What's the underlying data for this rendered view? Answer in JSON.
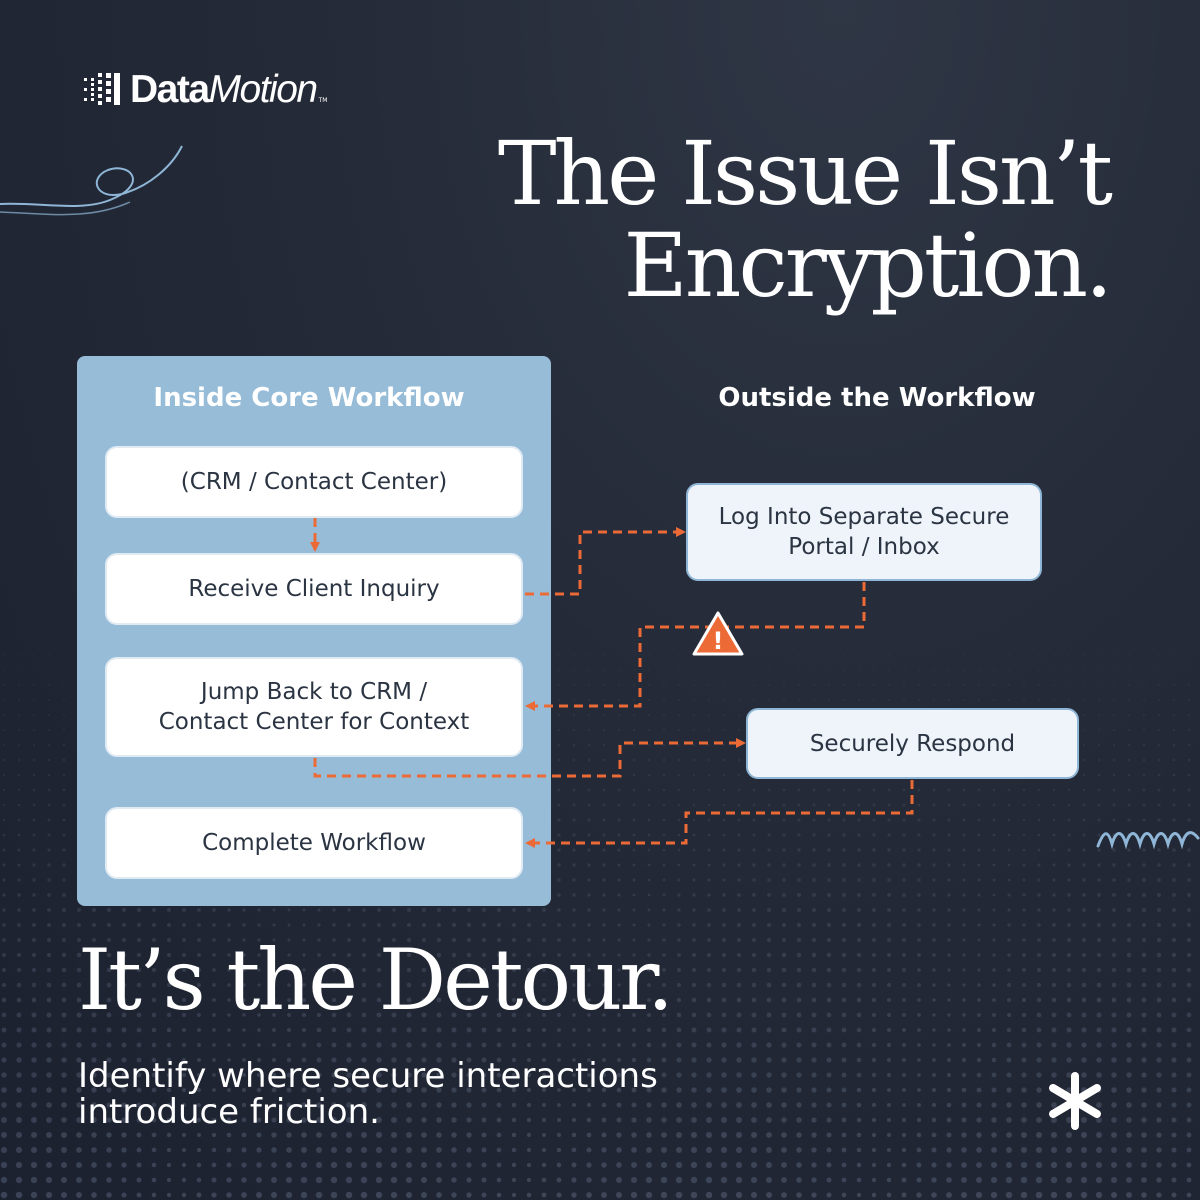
{
  "brand": {
    "logo_bold": "Data",
    "logo_italic": "Motion",
    "logo_tm": "TM"
  },
  "headline": {
    "line1": "The Issue Isn’t",
    "line2": "Encryption."
  },
  "diagram": {
    "inside_title": "Inside Core Workflow",
    "outside_title": "Outside the Workflow",
    "steps": {
      "crm": "(CRM / Contact Center)",
      "receive": "Receive Client Inquiry",
      "jump_line1": "Jump Back to CRM /",
      "jump_line2": "Contact Center for Context",
      "complete": "Complete Workflow",
      "portal_line1": "Log Into Separate Secure",
      "portal_line2": "Portal / Inbox",
      "respond": "Securely Respond"
    },
    "warning_symbol": "!"
  },
  "tagline": "It’s the Detour.",
  "subline": {
    "line1": "Identify where secure interactions",
    "line2": "introduce friction."
  },
  "colors": {
    "background": "#242a37",
    "panel": "#97bcd8",
    "box_fill": "#ffffff",
    "box_out_fill": "#eef4fa",
    "box_out_border": "#8fb6d6",
    "connector": "#ec6a36",
    "warning": "#ec6a36",
    "accent_line": "#8fb6d6",
    "text_light": "#ffffff",
    "text_dark": "#2b3442"
  },
  "icons": {
    "logo_mark": "dot-grid-logo-icon",
    "warning": "warning-triangle-icon",
    "swirl": "swirl-line-icon",
    "zigzag": "zigzag-line-icon",
    "asterisk": "asterisk-icon"
  }
}
